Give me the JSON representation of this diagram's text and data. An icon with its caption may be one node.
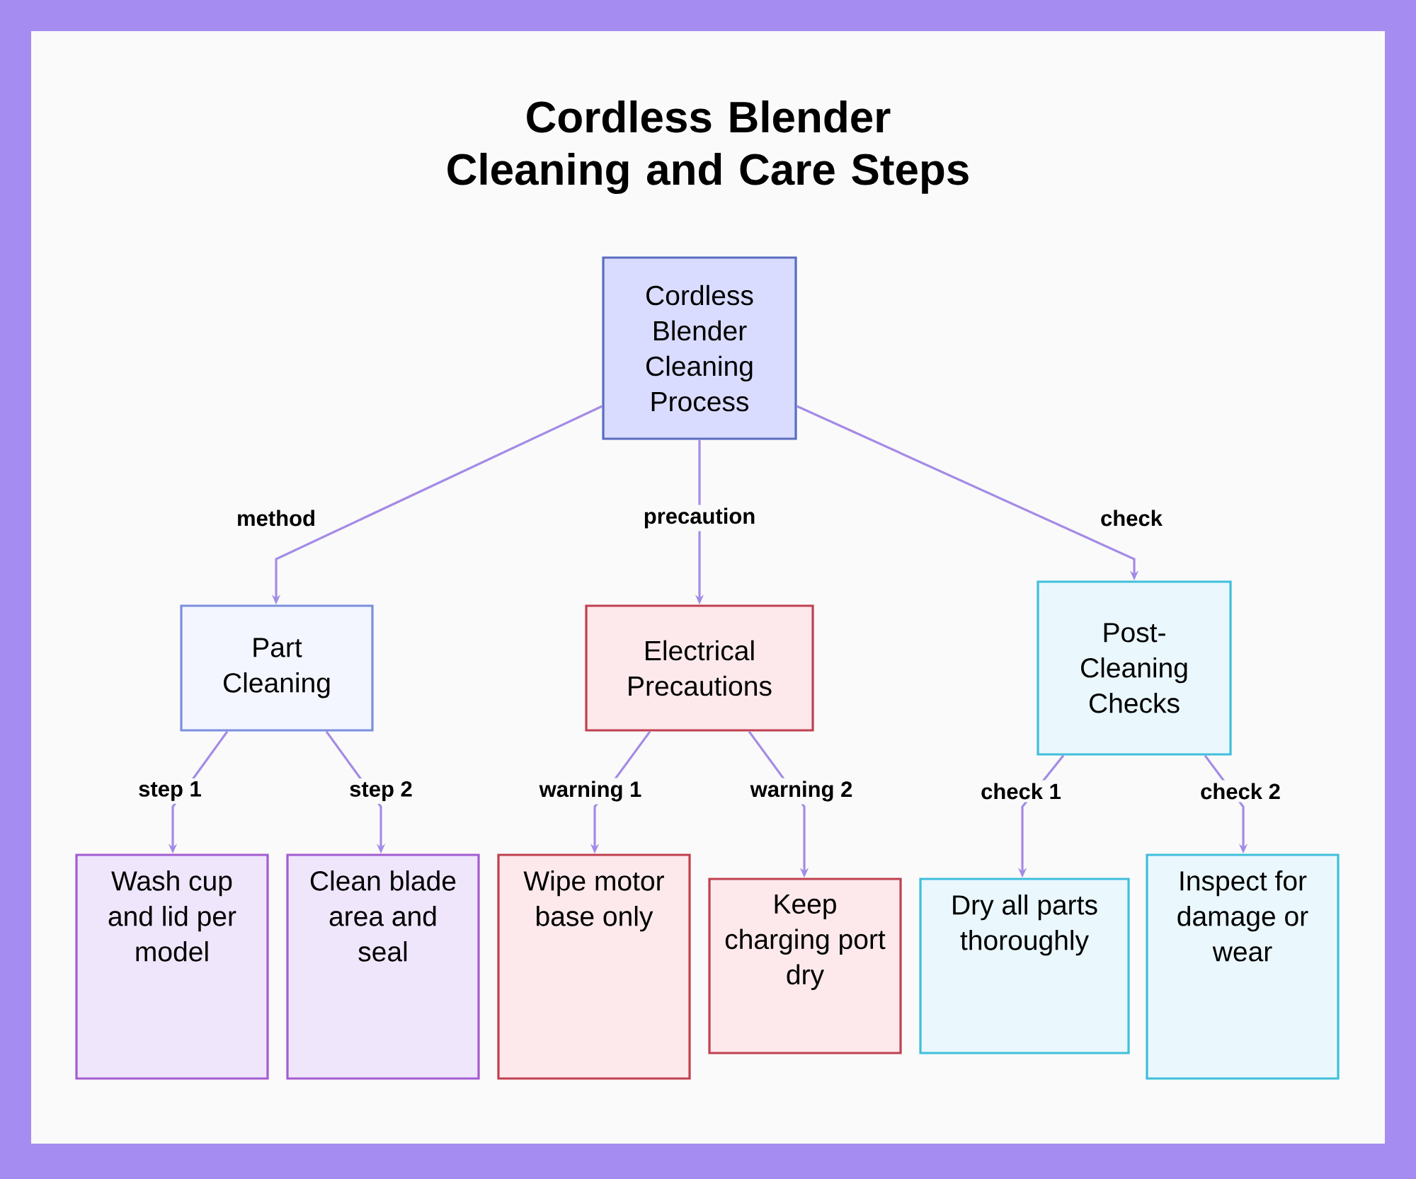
{
  "diagram": {
    "title": "Cordless Blender Cleaning and Care Steps",
    "nodes": [
      {
        "text": [
          "Cordless Blender Cleaning Process"
        ]
      },
      {
        "text": [
          "Part Cleaning"
        ]
      },
      {
        "text": [
          "Electrical Precautions"
        ]
      },
      {
        "text": [
          "Post-Cleaning Checks"
        ]
      },
      {
        "text": [
          "Wash cup and lid per model"
        ]
      },
      {
        "text": [
          "Clean blade area and seal"
        ]
      },
      {
        "text": [
          "Wipe motor base only"
        ]
      },
      {
        "text": [
          "Keep charging port dry"
        ]
      },
      {
        "text": [
          "Dry all parts thoroughly"
        ]
      },
      {
        "text": [
          "Inspect for damage or wear"
        ]
      }
    ],
    "edges": [
      {
        "from": 0,
        "to": 1,
        "arrow": "to",
        "label": "method"
      },
      {
        "from": 0,
        "to": 2,
        "arrow": "to",
        "label": "precaution"
      },
      {
        "from": 0,
        "to": 3,
        "arrow": "to",
        "label": "check"
      },
      {
        "from": 1,
        "to": 4,
        "arrow": "to",
        "label": "step 1"
      },
      {
        "from": 1,
        "to": 5,
        "arrow": "to",
        "label": "step 2"
      },
      {
        "from": 2,
        "to": 6,
        "arrow": "to",
        "label": "warning 1"
      },
      {
        "from": 2,
        "to": 7,
        "arrow": "to",
        "label": "warning 2"
      },
      {
        "from": 3,
        "to": 8,
        "arrow": "to",
        "label": "check 1"
      },
      {
        "from": 3,
        "to": 9,
        "arrow": "to",
        "label": "check 2"
      }
    ]
  }
}
